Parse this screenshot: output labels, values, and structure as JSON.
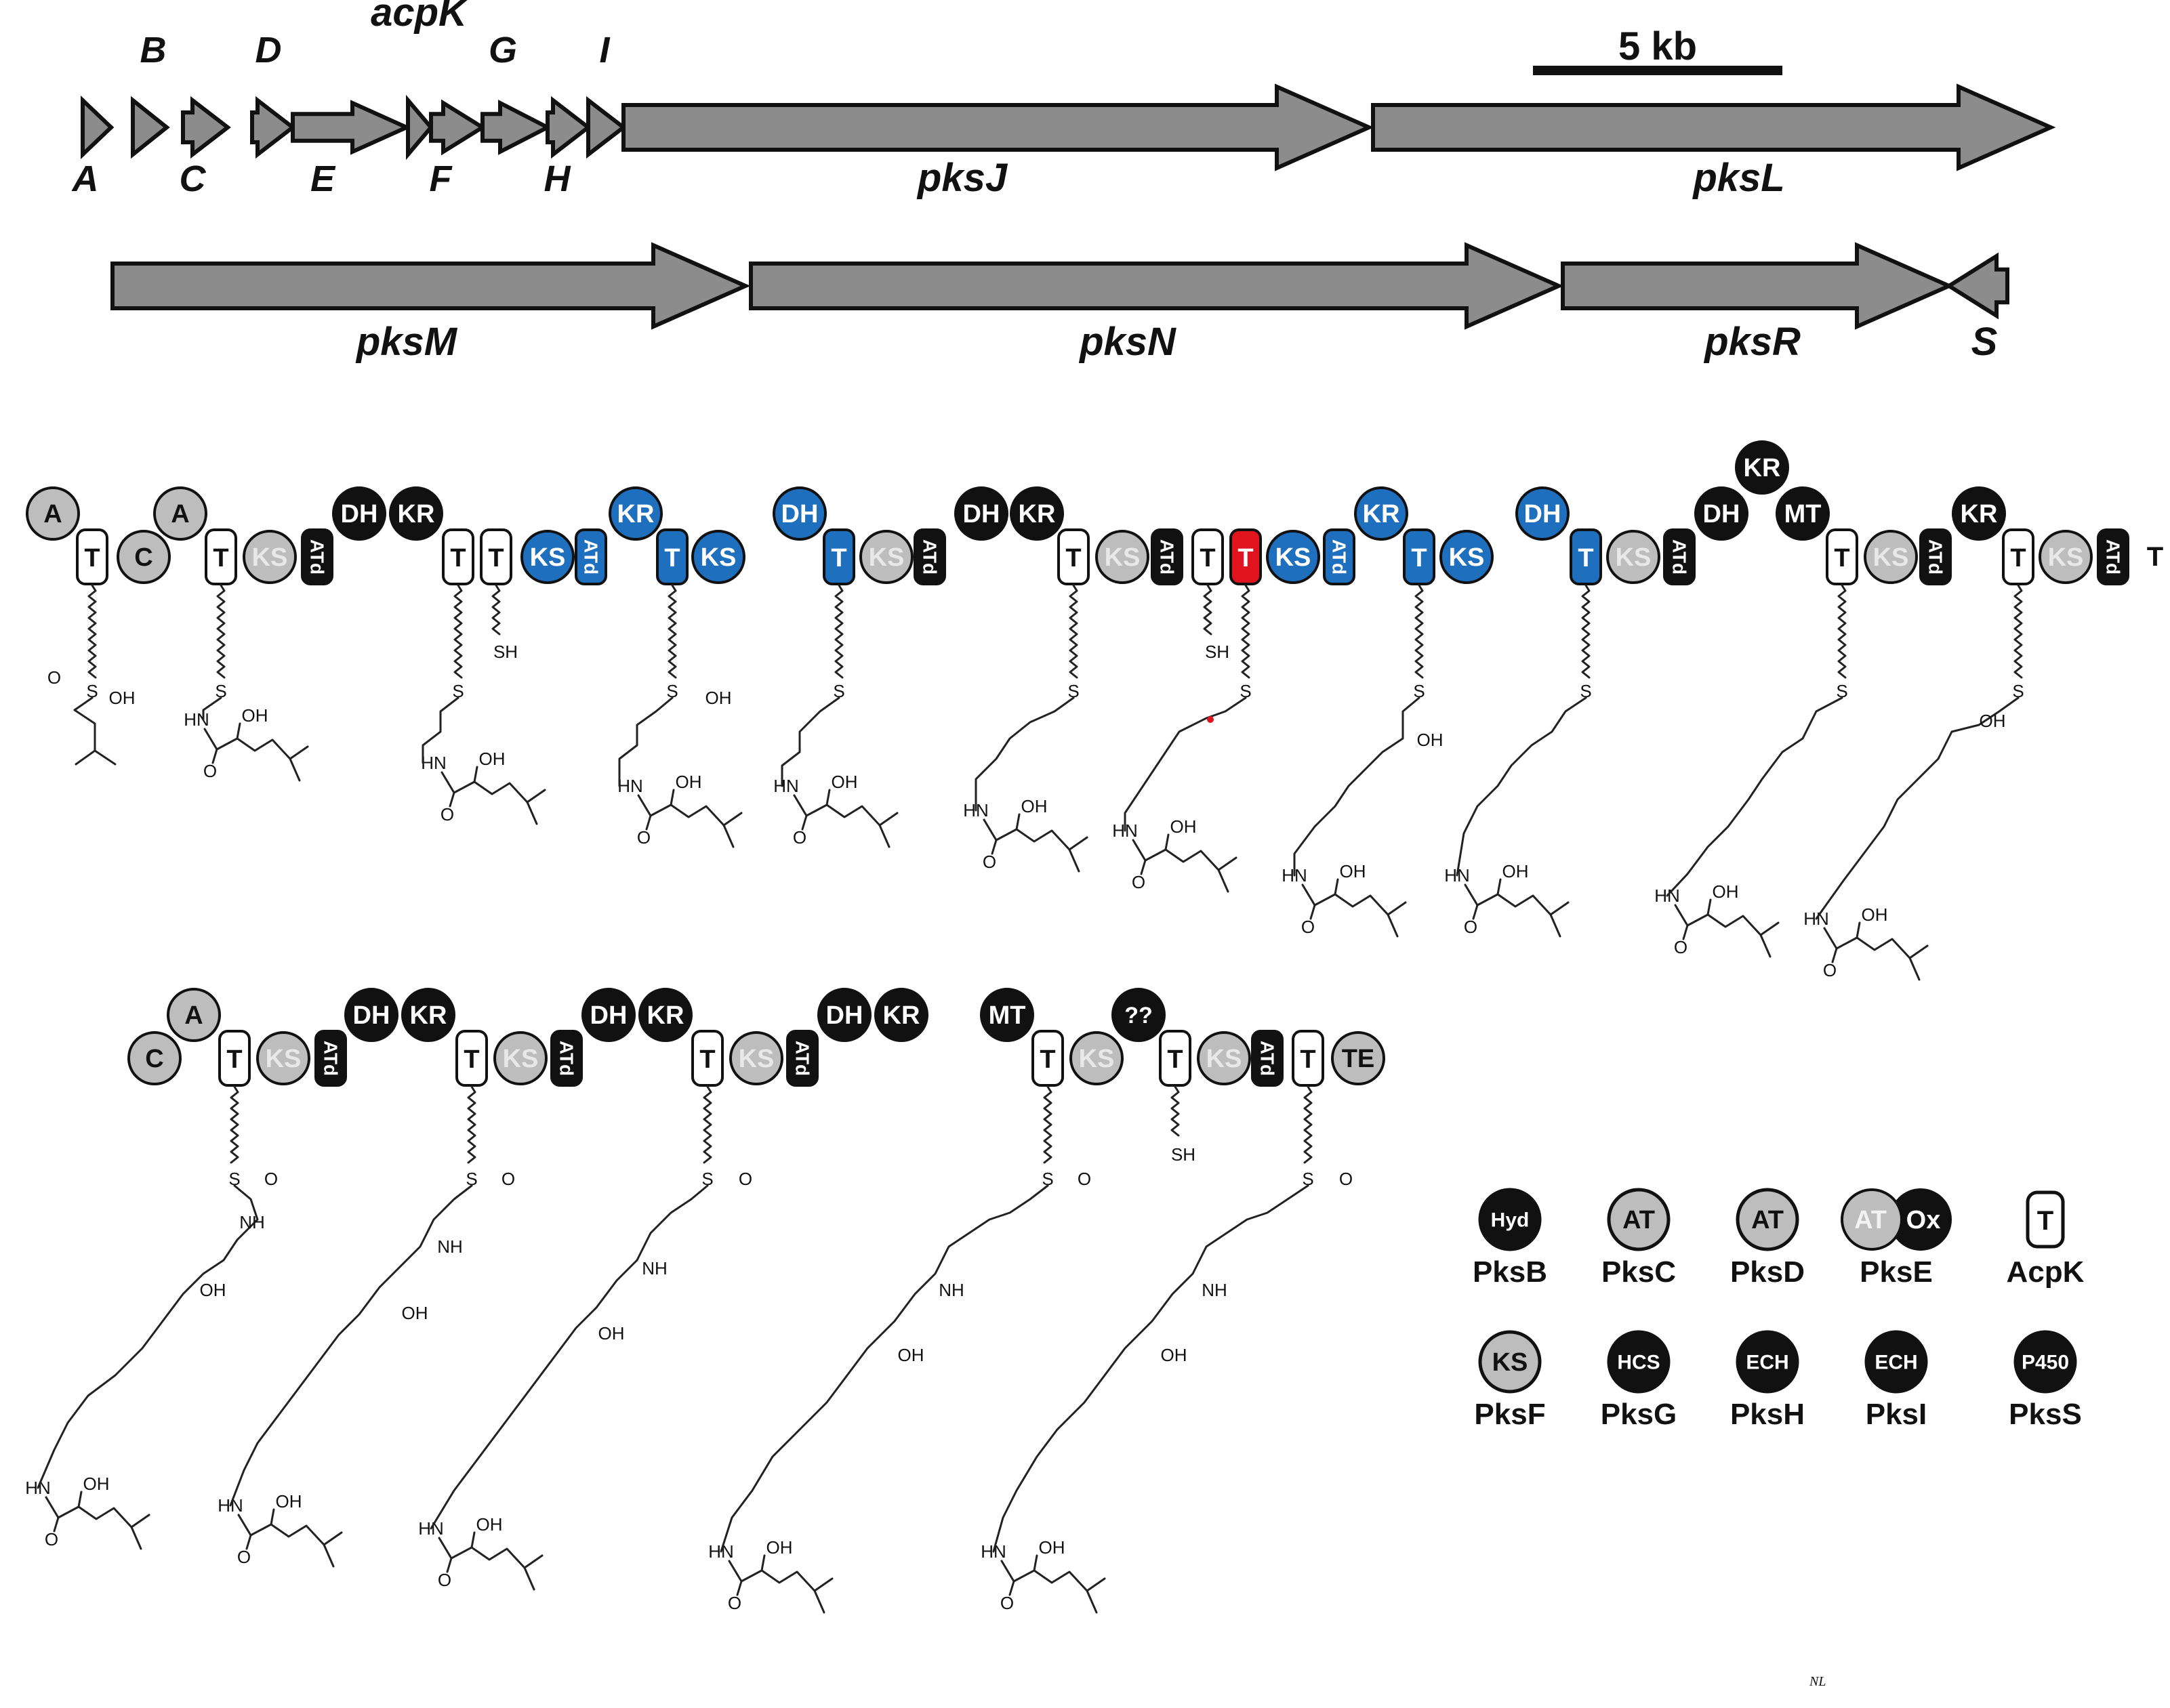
{
  "scale_bar": {
    "label": "5 kb"
  },
  "genes_row1": [
    {
      "id": "A",
      "label": "A"
    },
    {
      "id": "B",
      "label": "B"
    },
    {
      "id": "C",
      "label": "C"
    },
    {
      "id": "D",
      "label": "D"
    },
    {
      "id": "E",
      "label": "E"
    },
    {
      "id": "acpK",
      "label": "acpK"
    },
    {
      "id": "F",
      "label": "F"
    },
    {
      "id": "G",
      "label": "G"
    },
    {
      "id": "H",
      "label": "H"
    },
    {
      "id": "I",
      "label": "I"
    },
    {
      "id": "pksJ",
      "label": "pksJ"
    },
    {
      "id": "pksL",
      "label": "pksL"
    }
  ],
  "genes_row2": [
    {
      "id": "pksM",
      "label": "pksM"
    },
    {
      "id": "pksN",
      "label": "pksN"
    },
    {
      "id": "pksR",
      "label": "pksR"
    },
    {
      "id": "S",
      "label": "S"
    }
  ],
  "domain_labels": {
    "A": "A",
    "C": "C",
    "T": "T",
    "KS": "KS",
    "ATd": "ATd",
    "DH": "DH",
    "KR": "KR",
    "MT": "MT",
    "TE": "TE",
    "unknown": "??",
    "SH": "SH",
    "S": "S"
  },
  "chem_labels": {
    "OH": "OH",
    "HN": "HN",
    "NH": "NH",
    "O": "O"
  },
  "row1_trailing_label": "T",
  "legend": [
    {
      "symbol": "Hyd",
      "name": "PksB"
    },
    {
      "symbol": "AT",
      "name": "PksC"
    },
    {
      "symbol": "AT",
      "name": "PksD"
    },
    {
      "symbol": "AT",
      "symbol2": "Ox",
      "name": "PksE"
    },
    {
      "symbol": "T",
      "name": "AcpK"
    },
    {
      "symbol": "KS",
      "name": "PksF"
    },
    {
      "symbol": "HCS",
      "name": "PksG"
    },
    {
      "symbol": "ECH",
      "name": "PksH"
    },
    {
      "symbol": "ECH",
      "name": "PksI"
    },
    {
      "symbol": "P450",
      "name": "PksS"
    }
  ],
  "footer_initials": "NL",
  "colors": {
    "gene_arrow": "#8c8c8c",
    "black_domain": "#111111",
    "grey_domain": "#bdbdbd",
    "blue_domain": "#1f6fbf",
    "red_domain": "#e0141e",
    "white_domain": "#ffffff"
  }
}
